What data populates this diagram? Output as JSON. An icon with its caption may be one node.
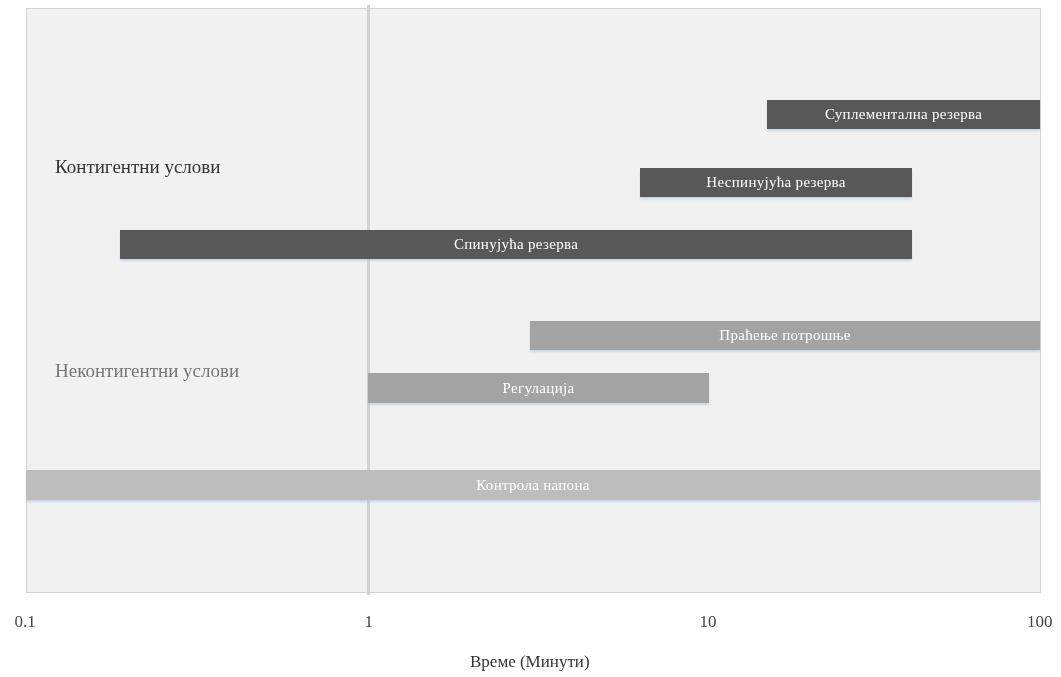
{
  "diagram": {
    "nodes": [
      {
        "text": [
          "Суплементална резерва"
        ]
      },
      {
        "text": [
          "Неспинујућа резерва"
        ]
      },
      {
        "text": [
          "Спинујућа резерва"
        ]
      },
      {
        "text": [
          "Праћење потрошње"
        ]
      },
      {
        "text": [
          "Регулација"
        ]
      },
      {
        "text": [
          "Контрола напона"
        ]
      }
    ],
    "edges": [],
    "labels": [
      "Контигентни услови",
      "Неконтигентни услови",
      "0.1",
      "1",
      "10",
      "100",
      "Време (Минути)"
    ]
  }
}
